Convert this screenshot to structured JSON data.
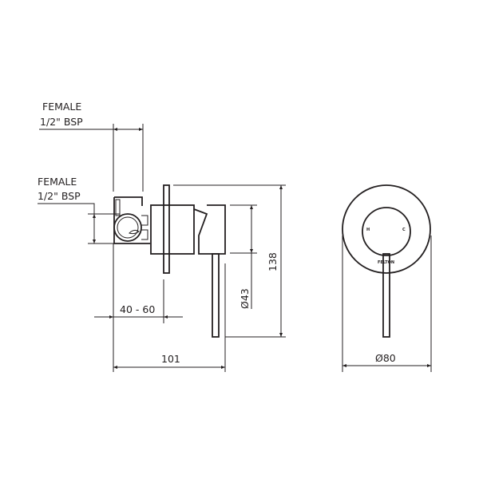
{
  "labels": {
    "top_connection_line1": "FEMALE",
    "top_connection_line2": "1/2\" BSP",
    "side_connection_line1": "FEMALE",
    "side_connection_line2": "1/2\" BSP",
    "dim_wall_depth": "40 - 60",
    "dim_overall_depth": "101",
    "dim_hub_diameter": "Ø43",
    "dim_height": "138",
    "dim_plate_diameter": "Ø80",
    "hot_mark": "H",
    "cold_mark": "C",
    "brand_mark": "FELTON"
  },
  "colors": {
    "line": "#231f20",
    "background": "#ffffff"
  }
}
